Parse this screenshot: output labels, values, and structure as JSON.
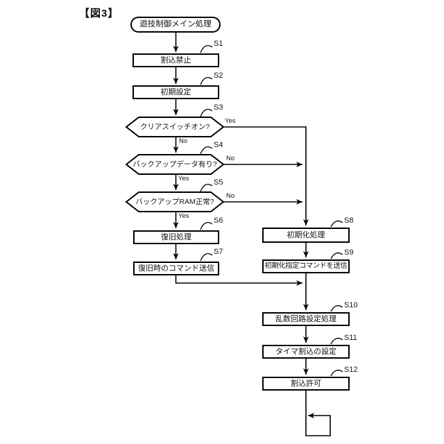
{
  "figure": {
    "title": "【図3】"
  },
  "flow": {
    "start_label": "遊技制御メイン処理",
    "steps": [
      {
        "id": "S1",
        "label": "割込禁止"
      },
      {
        "id": "S2",
        "label": "初期設定"
      },
      {
        "id": "S3",
        "label": "クリアスイッチオン?"
      },
      {
        "id": "S4",
        "label": "バックアップデータ有り?"
      },
      {
        "id": "S5",
        "label": "バックアップRAM正常?"
      },
      {
        "id": "S6",
        "label": "復旧処理"
      },
      {
        "id": "S7",
        "label": "復旧時のコマンド送信"
      },
      {
        "id": "S8",
        "label": "初期化処理"
      },
      {
        "id": "S9",
        "label": "初期化指定コマンドを送信"
      },
      {
        "id": "S10",
        "label": "乱数回路設定処理"
      },
      {
        "id": "S11",
        "label": "タイマ割込の設定"
      },
      {
        "id": "S12",
        "label": "割込許可"
      }
    ],
    "branches": {
      "s3_yes": "Yes",
      "s3_no": "No",
      "s4_no": "No",
      "s4_yes": "Yes",
      "s5_no": "No",
      "s5_yes": "Yes"
    }
  }
}
